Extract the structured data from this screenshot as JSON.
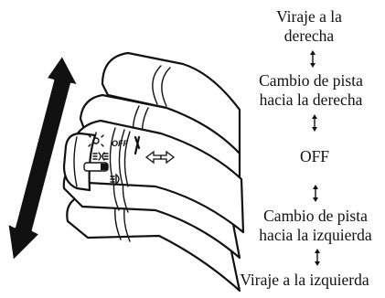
{
  "labels": {
    "turn_right_l1": "Viraje a la",
    "turn_right_l2": "derecha",
    "lane_right_l1": "Cambio de pista",
    "lane_right_l2": "hacia la derecha",
    "off": "OFF",
    "lane_left_l1": "Cambio de pista",
    "lane_left_l2": "hacia la izquierda",
    "turn_left": "Viraje a la izquierda"
  },
  "lever_markings": {
    "off": "OFF"
  },
  "icons": [
    "double-headed-arrow-icon",
    "headlight-icon",
    "parking-light-icon",
    "low-beam-icon",
    "turn-signal-arrows-icon"
  ]
}
